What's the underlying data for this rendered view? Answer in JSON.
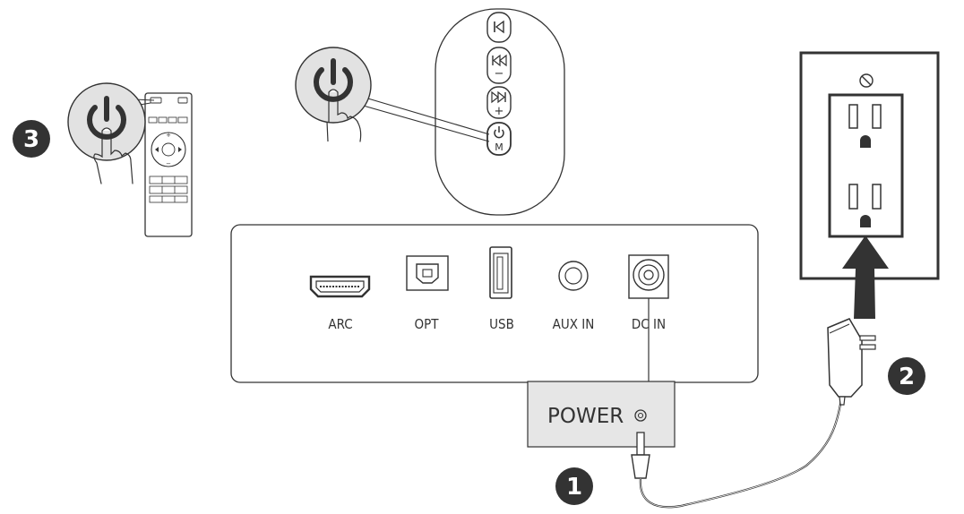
{
  "steps": {
    "one": "1",
    "two": "2",
    "three": "3"
  },
  "ports": {
    "arc": "ARC",
    "opt": "OPT",
    "usb": "USB",
    "aux": "AUX IN",
    "dc": "DC  IN"
  },
  "power_box": {
    "label": "POWER"
  },
  "soundbar_buttons": {
    "power": "M",
    "volume_down": "−",
    "volume_up": "+"
  },
  "icons": [
    "power-icon",
    "prev-icon",
    "rewind-icon",
    "fast-forward-icon",
    "outlet-icon",
    "power-adapter-icon",
    "arrow-up-icon",
    "remote-control-icon",
    "hand-icon"
  ],
  "colors": {
    "line": "#333333",
    "step_badge": "#333333",
    "power_box_fill": "#e6e6e6",
    "magnifier_fill": "#e2e2e2"
  }
}
